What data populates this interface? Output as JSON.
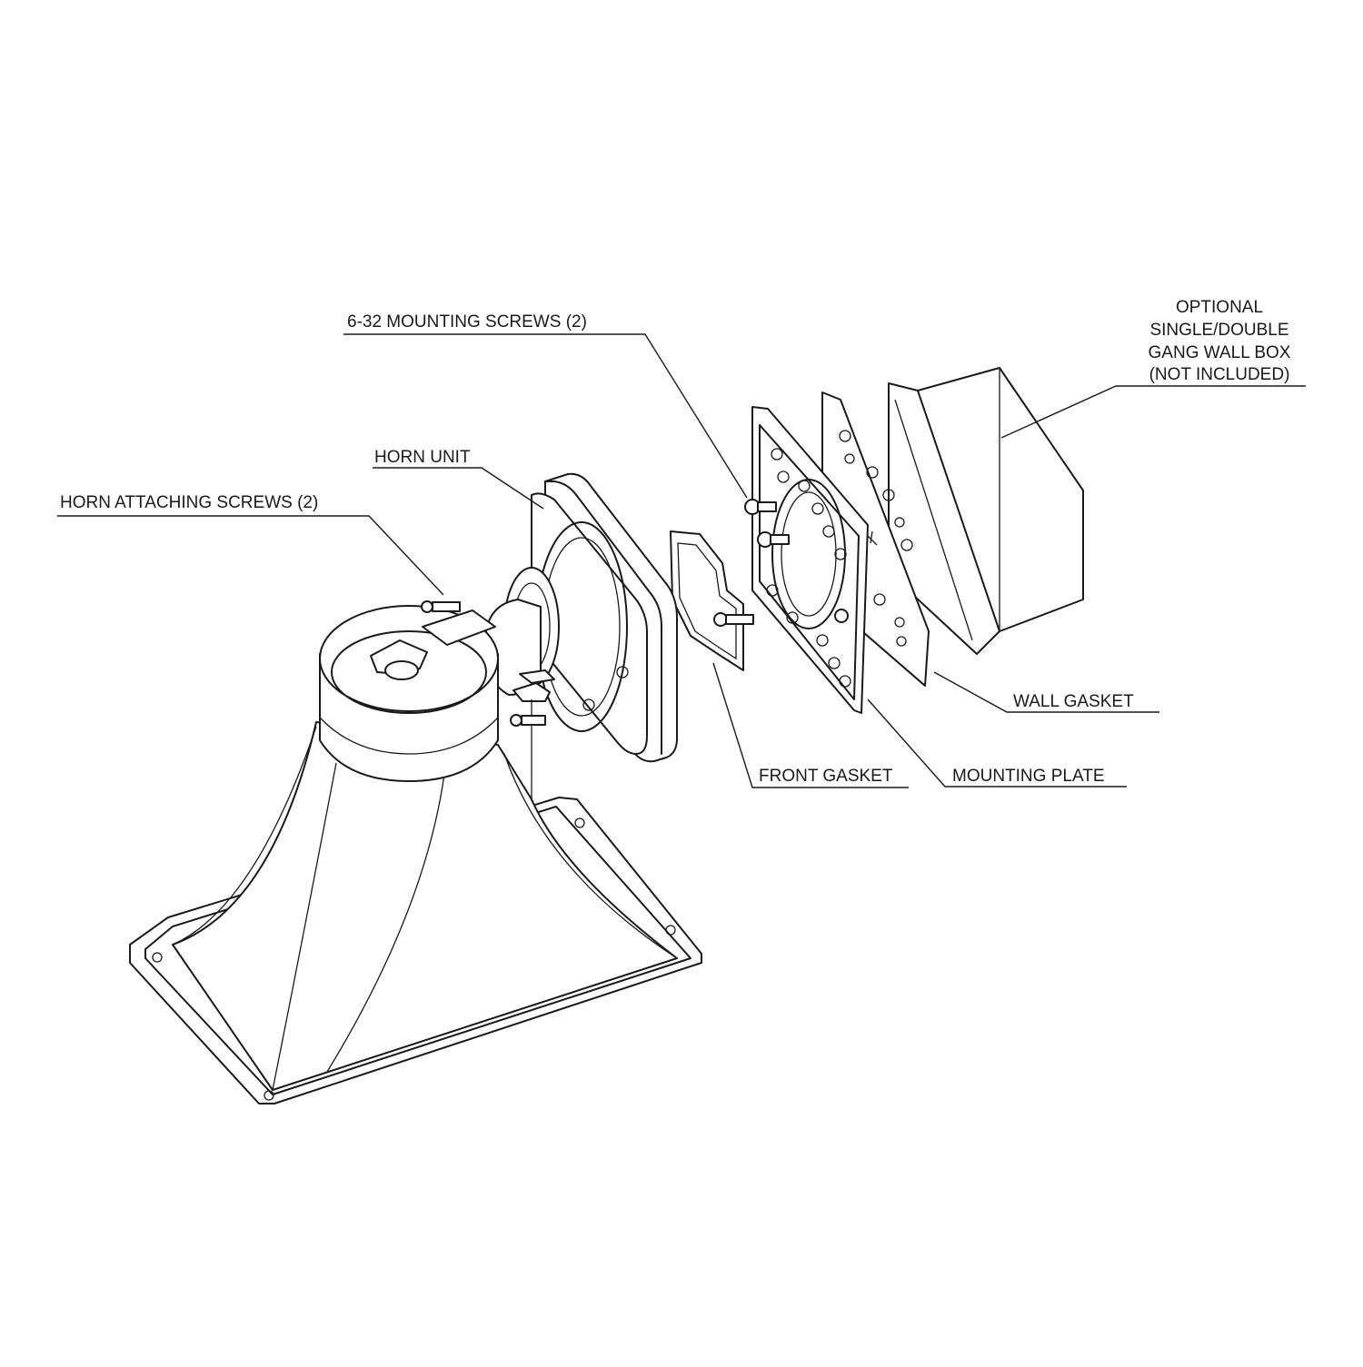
{
  "labels": {
    "mounting_screws": "6-32 MOUNTING SCREWS (2)",
    "wall_box_line1": "OPTIONAL",
    "wall_box_line2": "SINGLE/DOUBLE",
    "wall_box_line3": "GANG WALL BOX",
    "wall_box_line4": "(NOT INCLUDED)",
    "horn_unit": "HORN UNIT",
    "horn_attaching_screws": "HORN ATTACHING SCREWS (2)",
    "wall_gasket": "WALL GASKET",
    "front_gasket": "FRONT GASKET",
    "mounting_plate": "MOUNTING PLATE"
  }
}
